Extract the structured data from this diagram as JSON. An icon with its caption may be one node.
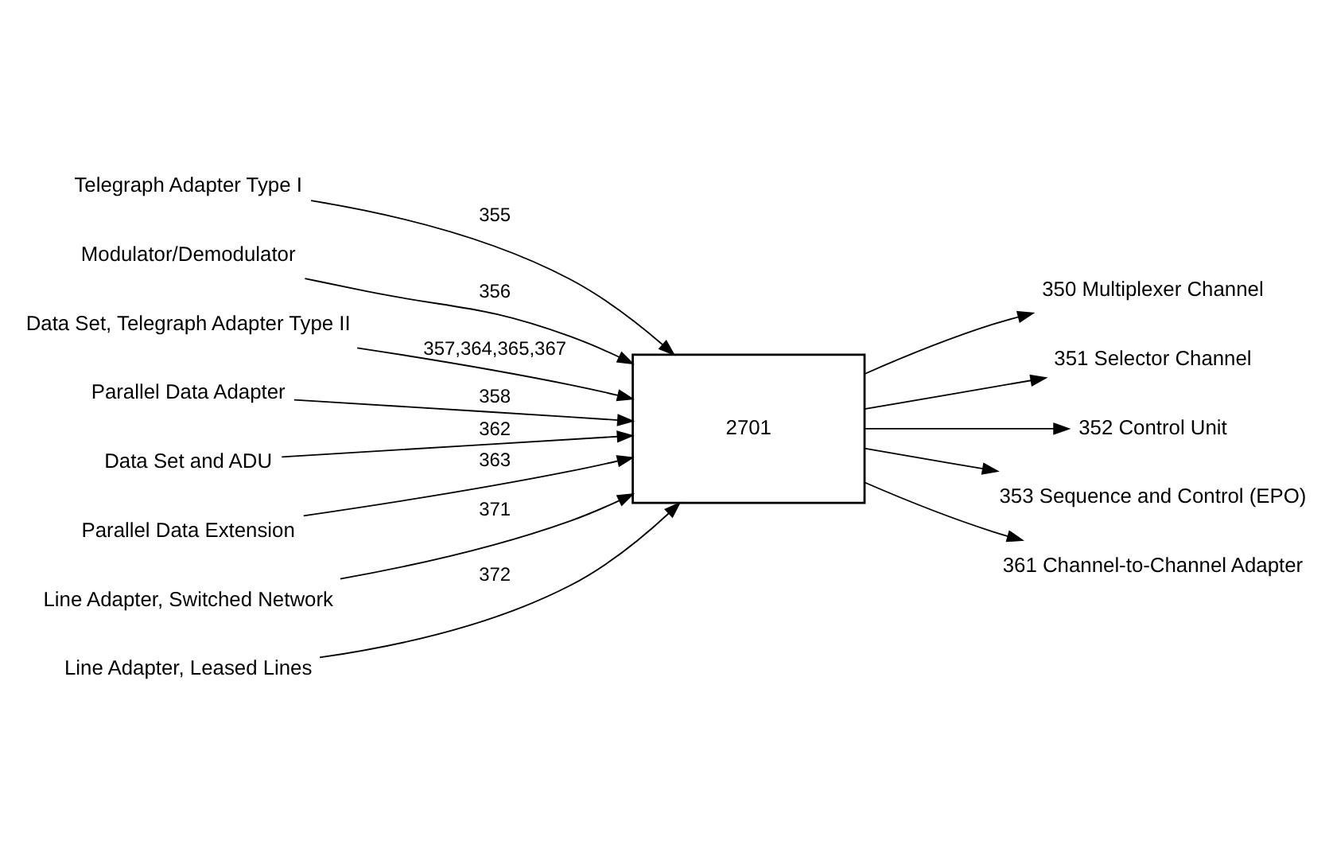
{
  "diagram": {
    "nodes": [
      {
        "text": [
          "2701"
        ]
      },
      {
        "text": [
          "350 Multiplexer Channel"
        ]
      },
      {
        "text": [
          "351 Selector Channel"
        ]
      },
      {
        "text": [
          "352 Control Unit"
        ]
      },
      {
        "text": [
          "353 Sequence and Control (EPO)"
        ]
      },
      {
        "text": [
          "361 Channel-to-Channel Adapter"
        ]
      },
      {
        "text": [
          "Telegraph Adapter Type I"
        ]
      },
      {
        "text": [
          "Modulator/Demodulator"
        ]
      },
      {
        "text": [
          "Data Set, Telegraph Adapter Type II"
        ]
      },
      {
        "text": [
          "Parallel Data Adapter"
        ]
      },
      {
        "text": [
          "Data Set and ADU"
        ]
      },
      {
        "text": [
          "Parallel Data Extension"
        ]
      },
      {
        "text": [
          "Line Adapter, Switched Network"
        ]
      },
      {
        "text": [
          "Line Adapter, Leased Lines"
        ]
      }
    ],
    "edges": [
      {
        "from": 0,
        "to": 1,
        "arrow": "to"
      },
      {
        "from": 0,
        "to": 2,
        "arrow": "to"
      },
      {
        "from": 0,
        "to": 3,
        "arrow": "to"
      },
      {
        "from": 0,
        "to": 4,
        "arrow": "to"
      },
      {
        "from": 0,
        "to": 5,
        "arrow": "to"
      },
      {
        "from": 6,
        "to": 0,
        "arrow": "to",
        "label": "355"
      },
      {
        "from": 7,
        "to": 0,
        "arrow": "to",
        "label": "356"
      },
      {
        "from": 8,
        "to": 0,
        "arrow": "to",
        "label": "357,364,365,367"
      },
      {
        "from": 9,
        "to": 0,
        "arrow": "to",
        "label": "358"
      },
      {
        "from": 10,
        "to": 0,
        "arrow": "to",
        "label": "362"
      },
      {
        "from": 11,
        "to": 0,
        "arrow": "to",
        "label": "363"
      },
      {
        "from": 12,
        "to": 0,
        "arrow": "to",
        "label": "371"
      },
      {
        "from": 13,
        "to": 0,
        "arrow": "to",
        "label": "372"
      }
    ]
  }
}
